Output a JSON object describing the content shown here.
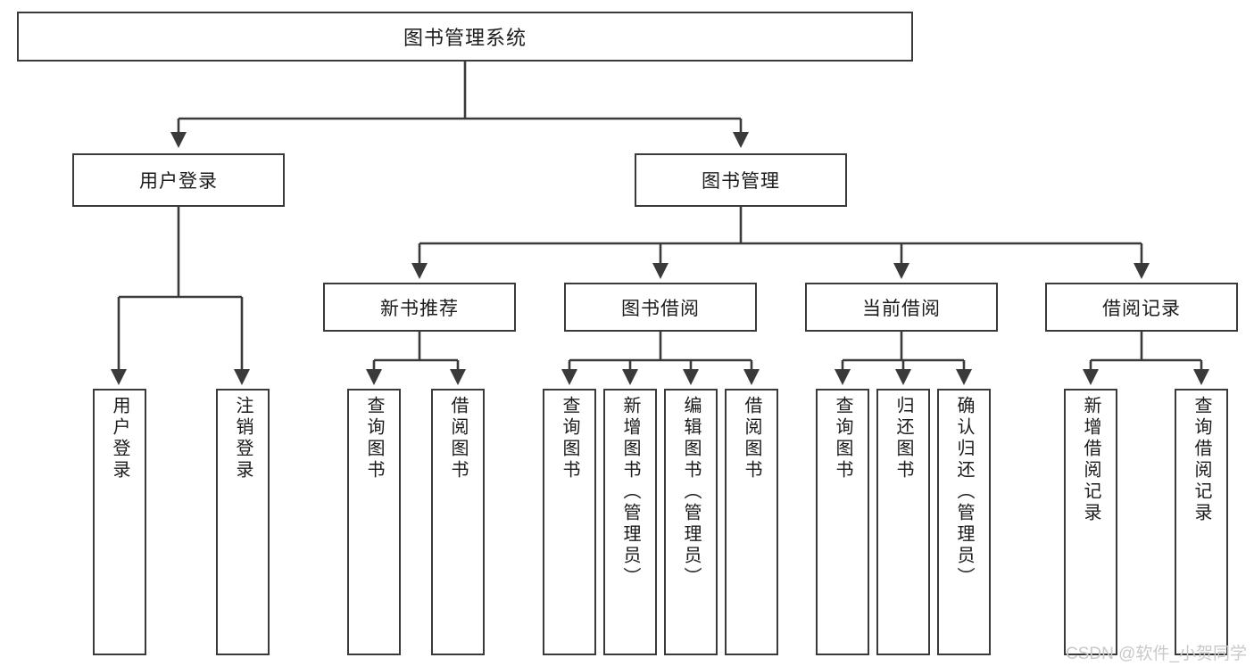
{
  "diagram": {
    "title": "图书管理系统",
    "type": "tree-hierarchy",
    "root": {
      "label": "图书管理系统"
    },
    "level2": [
      {
        "label": "用户登录"
      },
      {
        "label": "图书管理"
      }
    ],
    "level3": [
      {
        "label": "新书推荐"
      },
      {
        "label": "图书借阅"
      },
      {
        "label": "当前借阅"
      },
      {
        "label": "借阅记录"
      }
    ],
    "leaves": {
      "user_login": [
        {
          "label": "用户登录"
        },
        {
          "label": "注销登录"
        }
      ],
      "new_book_recommend": [
        {
          "label": "查询图书"
        },
        {
          "label": "借阅图书"
        }
      ],
      "book_borrow": [
        {
          "label": "查询图书"
        },
        {
          "label": "新增图书（管理员）"
        },
        {
          "label": "编辑图书（管理员）"
        },
        {
          "label": "借阅图书"
        }
      ],
      "current_borrow": [
        {
          "label": "查询图书"
        },
        {
          "label": "归还图书"
        },
        {
          "label": "确认归还（管理员）"
        }
      ],
      "borrow_record": [
        {
          "label": "新增借阅记录"
        },
        {
          "label": "查询借阅记录"
        }
      ]
    }
  },
  "watermark": {
    "text": "CSDN @软件_小贺同学"
  },
  "colors": {
    "box_border": "#3a3a3a",
    "box_fill": "#ffffff",
    "line": "#3a3a3a",
    "text": "#1b1b1b",
    "watermark": "#c9c9c9"
  }
}
